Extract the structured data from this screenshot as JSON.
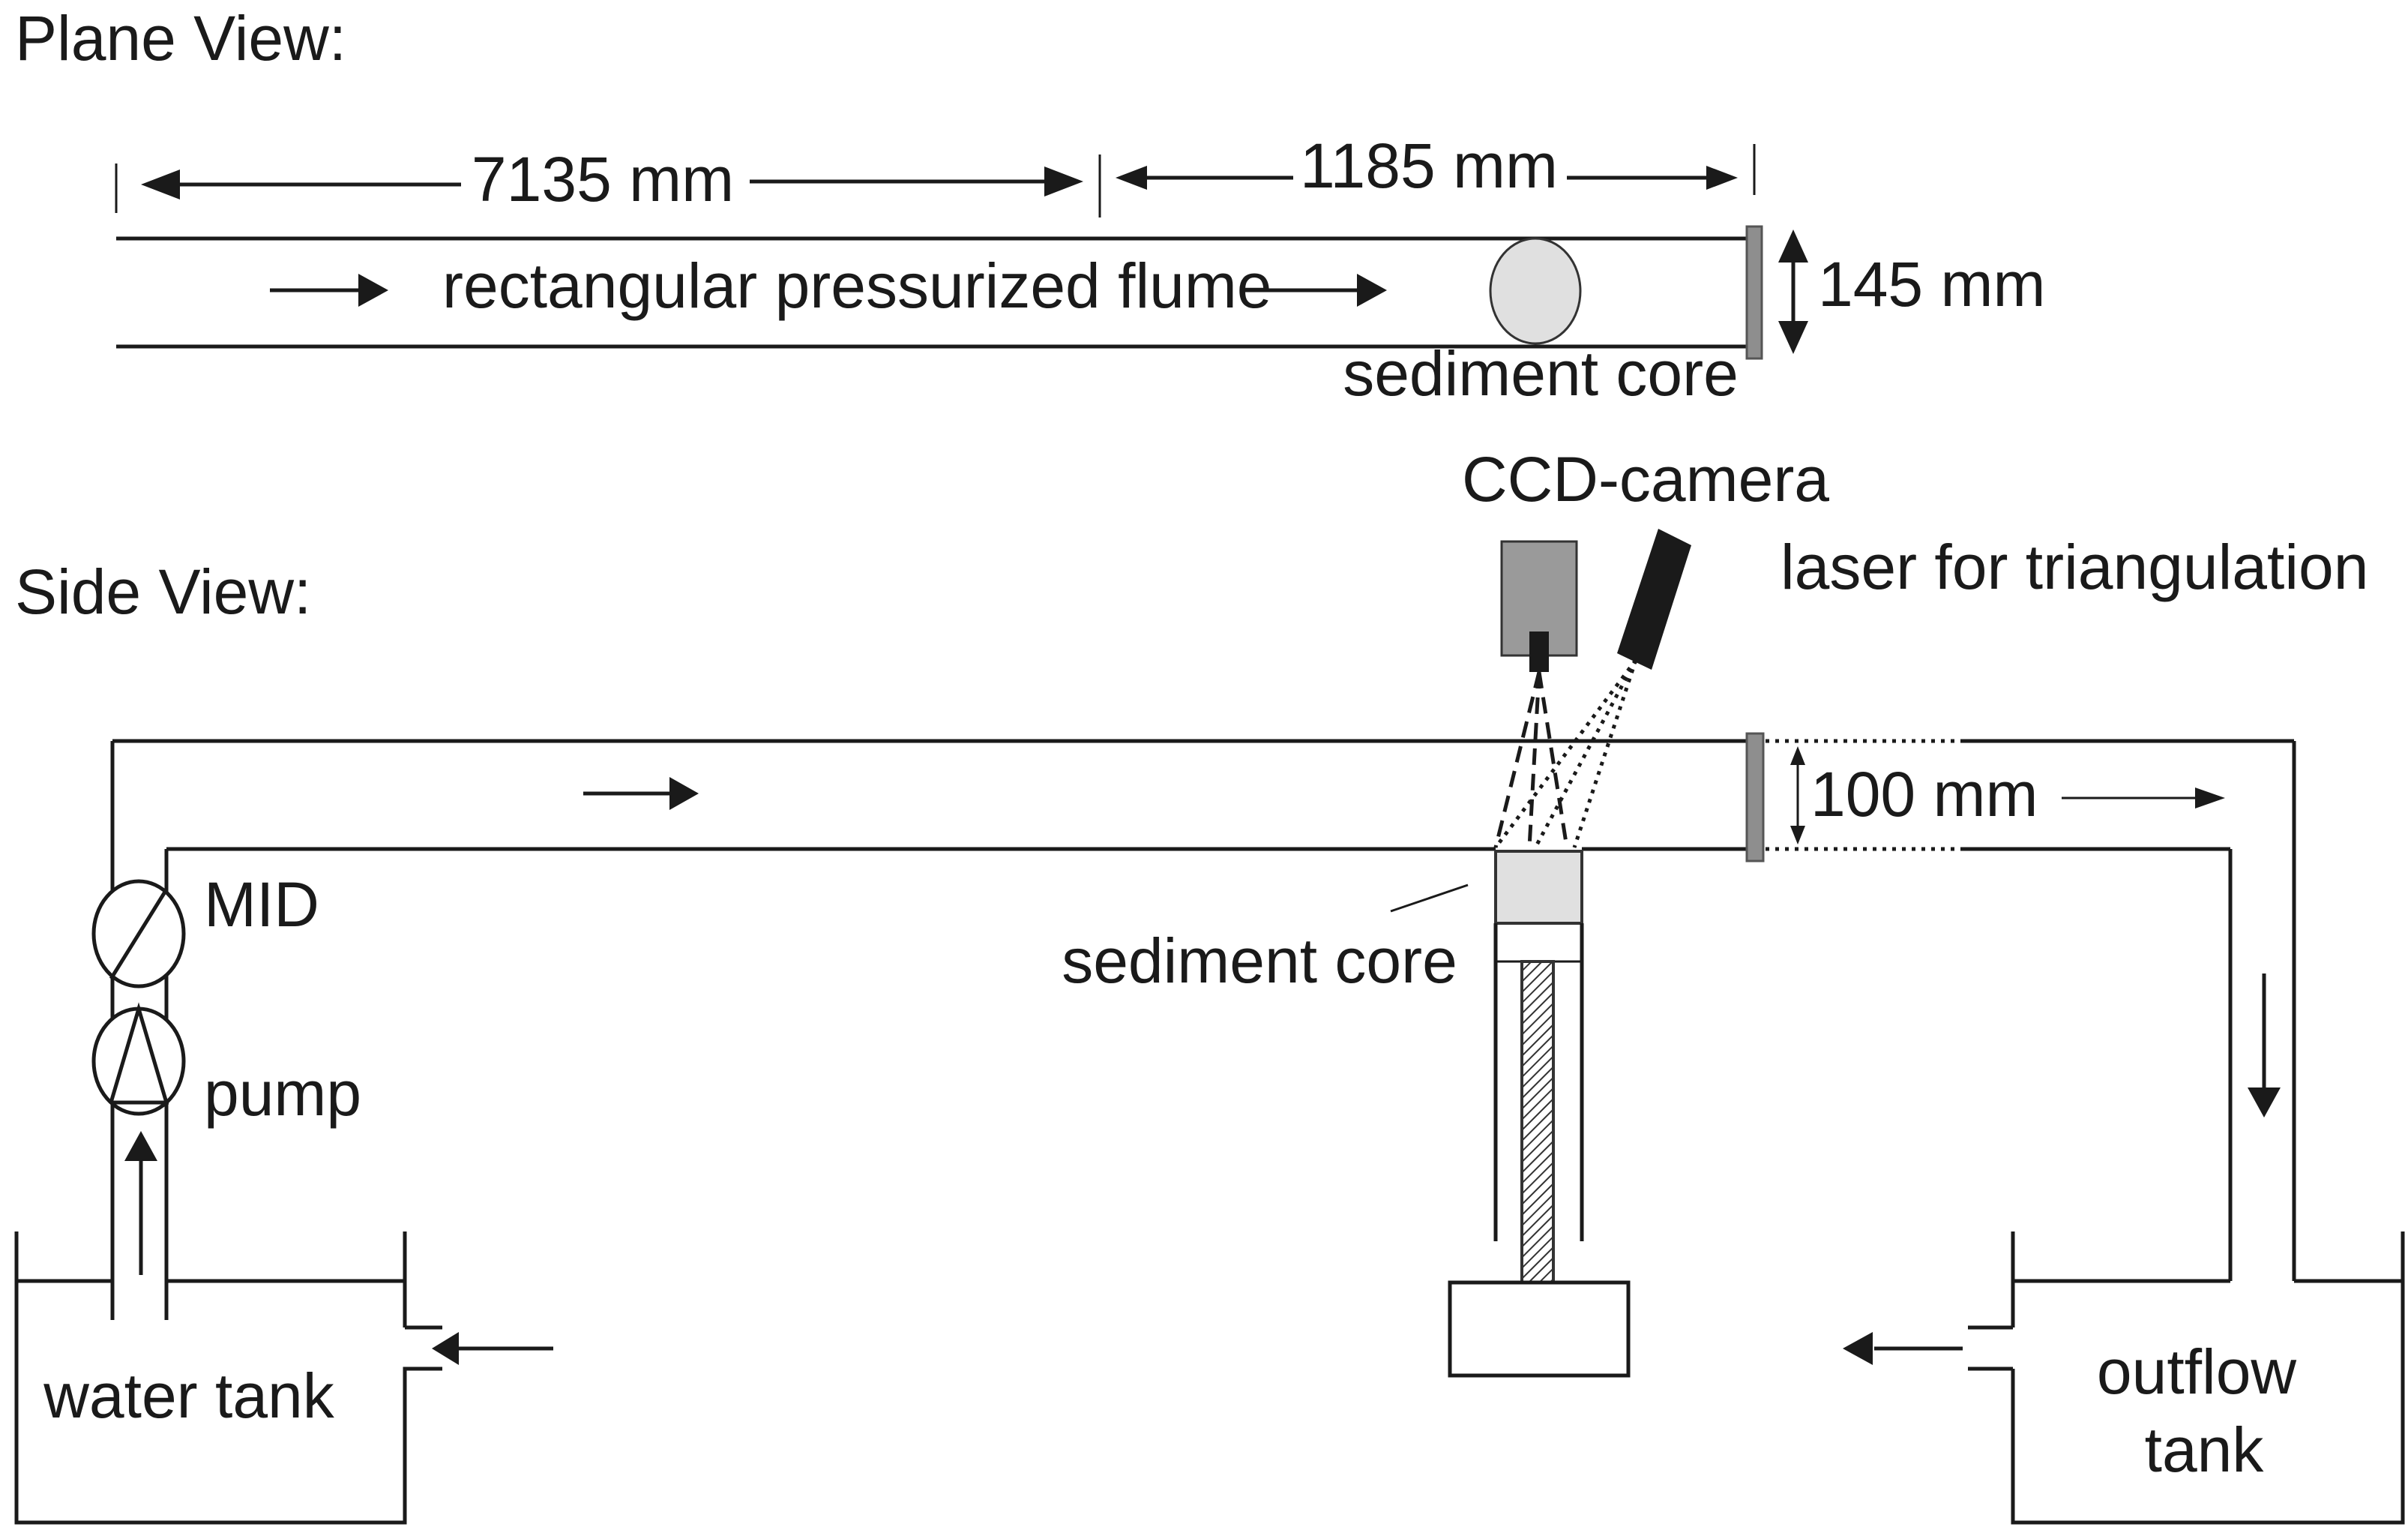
{
  "plane_view": {
    "title": "Plane View:",
    "length_upstream": "7135 mm",
    "length_downstream": "1185 mm",
    "flume_label": "rectangular pressurized flume",
    "width_label": "145 mm",
    "core_label": "sediment core"
  },
  "side_view": {
    "title": "Side View:",
    "camera_label": "CCD-camera",
    "laser_label": "laser for triangulation",
    "height_label": "100 mm",
    "mid_label": "MID",
    "pump_label": "pump",
    "core_label": "sediment core",
    "water_tank_label": "water tank",
    "outflow_tank_label_line1": "outflow",
    "outflow_tank_label_line2": "tank"
  },
  "colors": {
    "line": "#1a1a1a",
    "core_fill": "#e0e0e0",
    "gate_fill": "#8e8e8e",
    "camera_fill": "#9a9a9a",
    "laser_fill": "#1a1a1a"
  }
}
